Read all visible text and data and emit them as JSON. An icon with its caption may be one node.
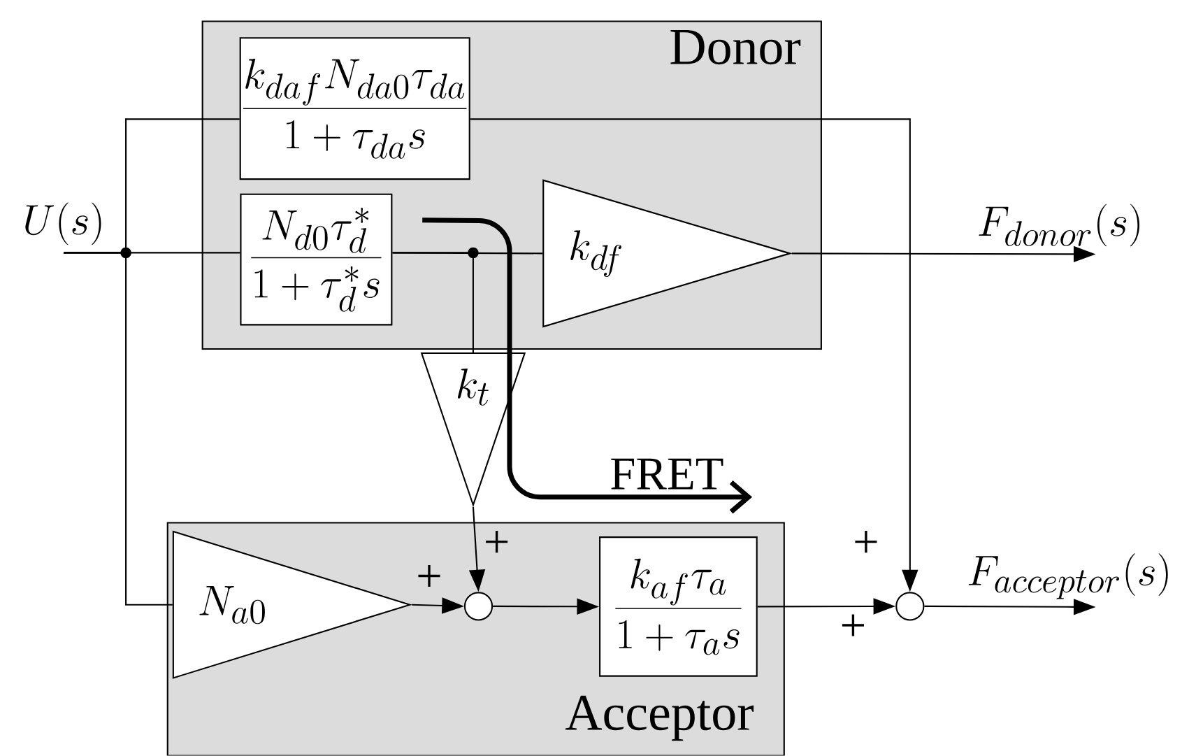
{
  "diagram": {
    "nodes": [
      {
        "text": [
          "Donor"
        ]
      },
      {
        "text": [
          "\\frac{k_{daf}N_{da0}\\tau_{da}}{1+\\tau_{da}s}"
        ],
        "in": 0
      },
      {
        "text": [
          "\\frac{N_{d0}\\tau_d^*}{1+\\tau_d^* s}"
        ],
        "in": 0
      },
      {
        "text": [
          "k_{df}"
        ],
        "in": 0
      },
      {
        "text": [
          "U(s)"
        ]
      },
      {
        "text": [
          "F_{donor}(s)"
        ]
      },
      {
        "text": [
          "k_t"
        ]
      },
      {
        "text": [
          "FRET"
        ]
      },
      {
        "text": [
          "Acceptor"
        ]
      },
      {
        "text": [
          "N_{a0}"
        ],
        "in": 8
      },
      {
        "text": [],
        "shape": "circle",
        "in": 8
      },
      {
        "text": [
          "\\frac{k_{af}\\tau_a}{1+\\tau_a s}"
        ],
        "in": 8
      },
      {
        "text": [],
        "shape": "circle"
      },
      {
        "text": [
          "F_{acceptor}(s)"
        ]
      }
    ],
    "edges": [
      {
        "from": 4,
        "to": 1,
        "arrow": "none"
      },
      {
        "from": 4,
        "to": 2,
        "arrow": "none"
      },
      {
        "from": 4,
        "to": 9,
        "arrow": "none"
      },
      {
        "from": 1,
        "to": 12,
        "arrow": "to",
        "label": "+"
      },
      {
        "from": 2,
        "to": 3,
        "arrow": "none"
      },
      {
        "from": 2,
        "to": 6,
        "arrow": "none"
      },
      {
        "from": 3,
        "to": 5,
        "arrow": "to"
      },
      {
        "from": 6,
        "to": 10,
        "arrow": "to",
        "label": "+"
      },
      {
        "from": 9,
        "to": 10,
        "arrow": "to",
        "label": "+"
      },
      {
        "from": 10,
        "to": 11,
        "arrow": "to"
      },
      {
        "from": 11,
        "to": 12,
        "arrow": "to",
        "label": "+"
      },
      {
        "from": 12,
        "to": 13,
        "arrow": "to"
      },
      {
        "from": null,
        "to": 7,
        "arrow": "to",
        "style": "thick"
      }
    ]
  }
}
